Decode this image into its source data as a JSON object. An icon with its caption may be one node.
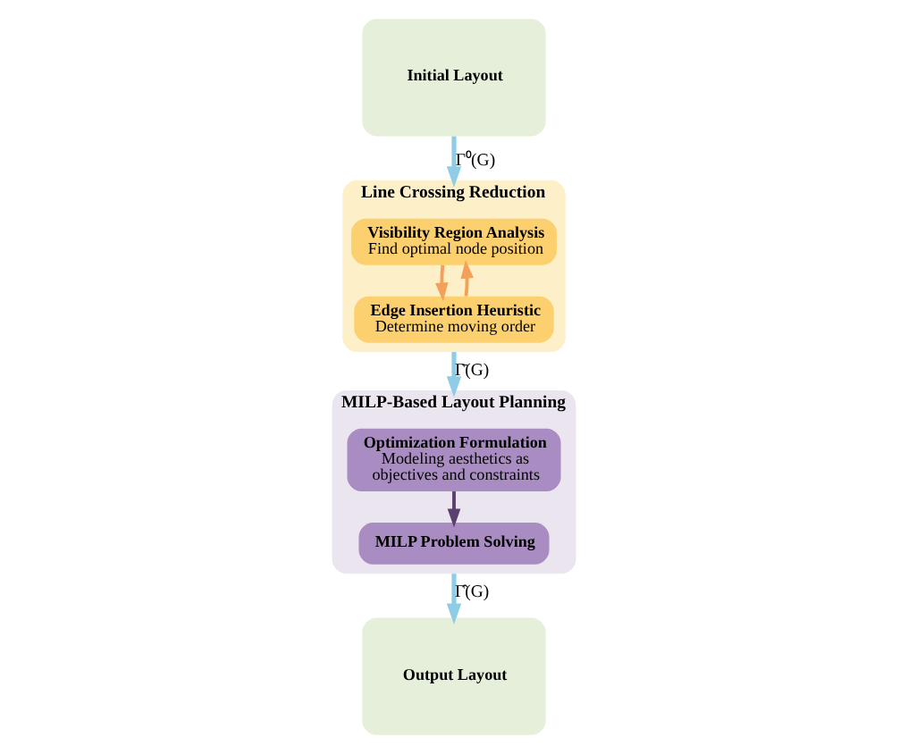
{
  "diagram": {
    "nodes": [
      {
        "text": [
          "Initial Layout"
        ]
      },
      {
        "text": [
          "Line Crossing Reduction"
        ]
      },
      {
        "text": [
          "Visibility Region Analysis",
          "Find optimal node position"
        ],
        "in": 1
      },
      {
        "text": [
          "Edge Insertion Heuristic",
          "Determine moving order"
        ],
        "in": 1
      },
      {
        "text": [
          "MILP-Based Layout Planning"
        ]
      },
      {
        "text": [
          "Optimization Formulation",
          "Modeling aesthetics as objectives and constraints"
        ],
        "in": 4
      },
      {
        "text": [
          "MILP Problem Solving"
        ],
        "in": 4
      },
      {
        "text": [
          "Output Layout"
        ]
      }
    ],
    "edges": [
      {
        "from": 0,
        "to": 1,
        "arrow": "to",
        "label": "Γ⁰(G)"
      },
      {
        "from": 2,
        "to": 3,
        "arrow": "to",
        "color": "#f4a05a"
      },
      {
        "from": 3,
        "to": 2,
        "arrow": "to",
        "color": "#f4a05a"
      },
      {
        "from": 1,
        "to": 4,
        "arrow": "to",
        "label": "Γ̄(G)"
      },
      {
        "from": 5,
        "to": 6,
        "arrow": "to",
        "color": "#5b3f6e"
      },
      {
        "from": 4,
        "to": 7,
        "arrow": "to",
        "label": "Γ̂(G)"
      }
    ]
  }
}
